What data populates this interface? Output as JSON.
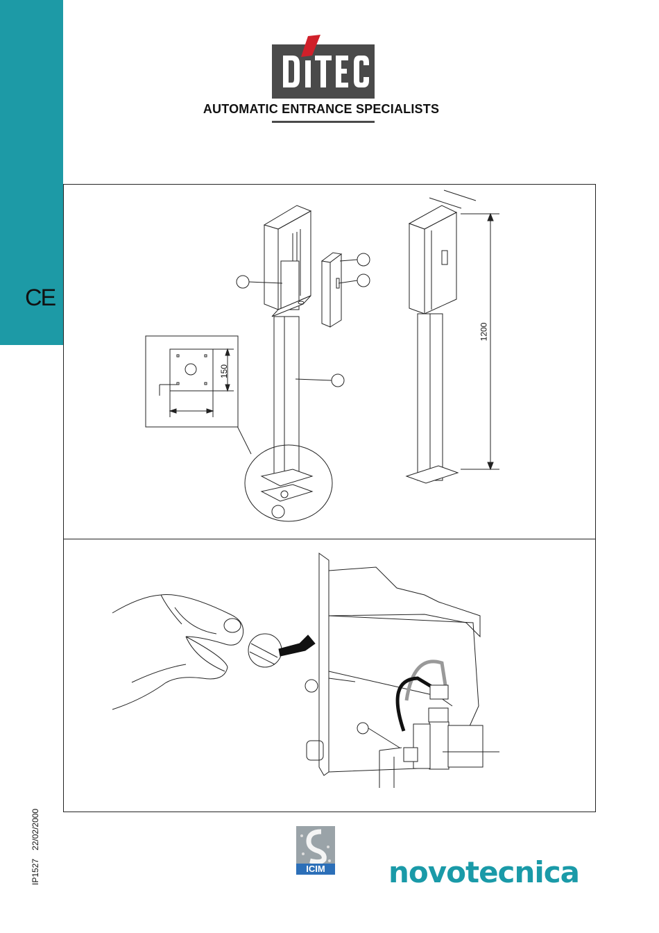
{
  "brand": {
    "logo_text": "DITEC",
    "tagline": "AUTOMATIC ENTRANCE SPECIALISTS",
    "accent_color": "#1d9aa6",
    "logo_color": "#4a4a4a",
    "logo_tick_color": "#d0202a"
  },
  "certification": {
    "ce_mark": "CE",
    "icim_label": "ICIM"
  },
  "figures": {
    "top": {
      "dimension_plate": "150",
      "dimension_height": "1200"
    }
  },
  "footer": {
    "doc_code": "IP1527",
    "doc_date": "22/02/2000",
    "company": "novotecnica",
    "company_color": "#1a9aa8"
  }
}
